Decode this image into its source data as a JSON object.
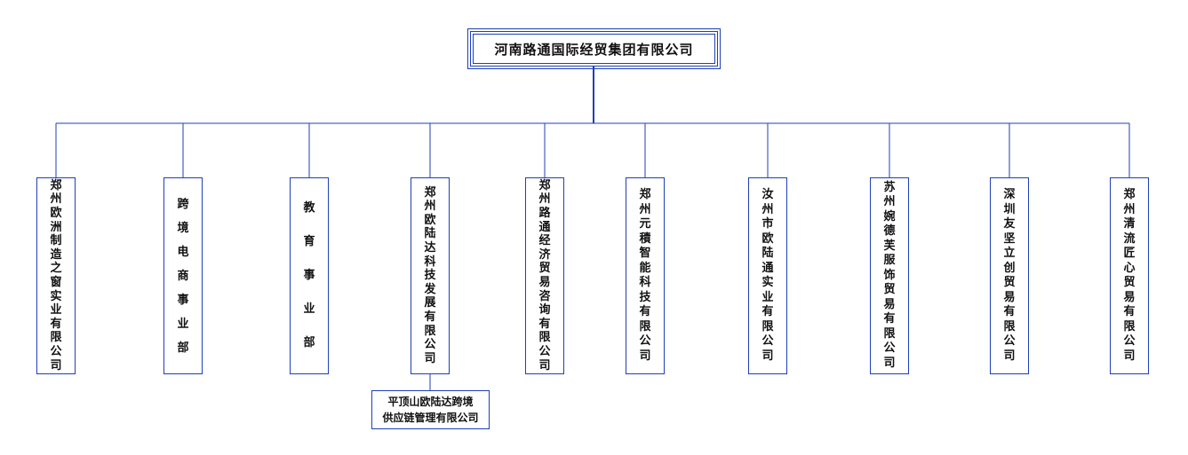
{
  "root": "河南路通国际经贸集团有限公司",
  "units": [
    "郑州欧洲制造之窗实业有限公司",
    "跨境电商事业部",
    "教育事业部",
    "郑州欧陆达科技发展有限公司",
    "郑州路通经济贸易咨询有限公司",
    "郑州元積智能科技有限公司",
    "汝州市欧陆通实业有限公司",
    "苏州婉德芙服饰贸易有限公司",
    "深圳友坚立创贸易有限公司",
    "郑州清流匠心贸易有限公司"
  ],
  "sub_unit": {
    "line1": "平顶山欧陆达跨境",
    "line2": "供应链管理有限公司"
  },
  "colors": {
    "line": "#1f3fb8",
    "border": "#1f3fb8"
  }
}
